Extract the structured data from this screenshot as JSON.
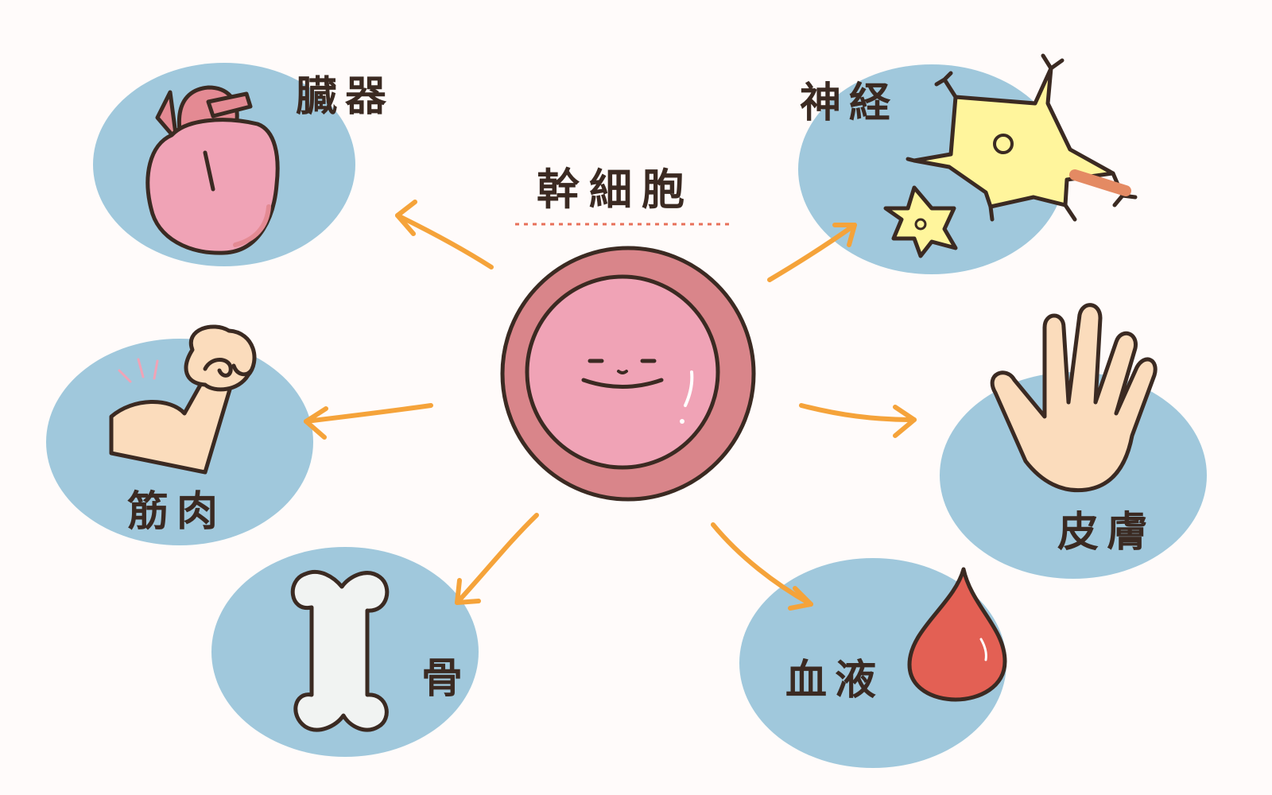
{
  "title": "幹細胞",
  "colors": {
    "background": "#fffbfa",
    "bubble": "#a0c8dc",
    "arrow": "#f5a33a",
    "outline": "#3b2a22",
    "cell_outer": "#d9858a",
    "cell_inner": "#f0a3b6",
    "neuron": "#fff59c",
    "skin": "#fbdcbc",
    "blood": "#e36054",
    "bone": "#f1f3f2"
  },
  "nodes": [
    {
      "id": "organ",
      "label": "臓器",
      "icon": "heart-icon"
    },
    {
      "id": "nerve",
      "label": "神経",
      "icon": "neuron-icon"
    },
    {
      "id": "muscle",
      "label": "筋肉",
      "icon": "flexed-arm-icon"
    },
    {
      "id": "skin",
      "label": "皮膚",
      "icon": "hand-icon"
    },
    {
      "id": "bone",
      "label": "骨",
      "icon": "bone-icon"
    },
    {
      "id": "blood",
      "label": "血液",
      "icon": "blood-drop-icon"
    }
  ]
}
